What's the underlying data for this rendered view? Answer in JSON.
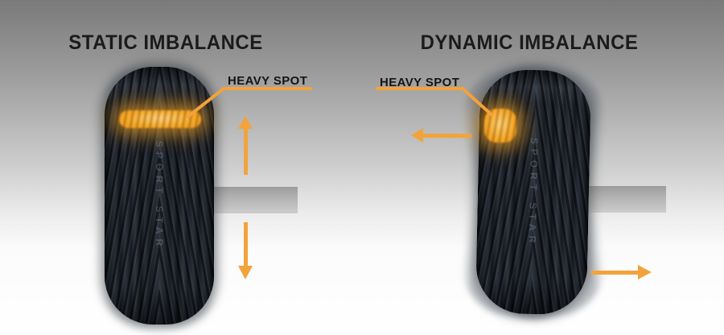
{
  "diagram": {
    "static": {
      "title": "STATIC IMBALANCE",
      "heavy_spot_label": "HEAVY SPOT",
      "motion_arrows": [
        "up",
        "down"
      ]
    },
    "dynamic": {
      "title": "DYNAMIC IMBALANCE",
      "heavy_spot_label": "HEAVY SPOT",
      "motion_arrows": [
        "left",
        "right"
      ]
    },
    "tire_sidewall_text": "SPORT STAR"
  },
  "colors": {
    "accent_orange": "#F2A33B",
    "heavy_spot_fill": "#F9A927",
    "title_text": "#1B1B1B",
    "background_top": "#7A7A7A",
    "background_bottom": "#FFFFFF",
    "axle_gray_top": "#9C9C9C",
    "axle_gray_bottom": "#CCCCCC",
    "tire_body": "#1C2128"
  }
}
